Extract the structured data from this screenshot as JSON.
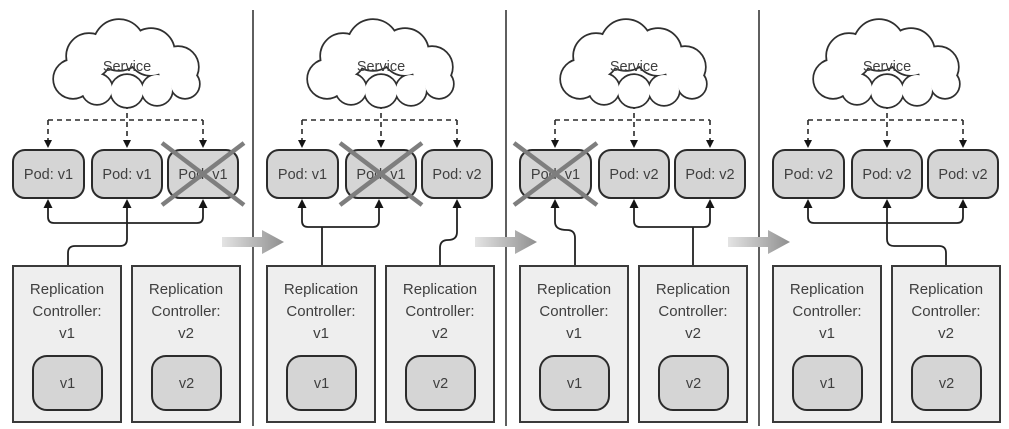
{
  "palette": {
    "pod_fill": "#d5d5d5",
    "controller_fill": "#eeeeee",
    "cross_color": "#7e7e7e",
    "wire_color": "#222222",
    "divider_color": "#5f5f5f",
    "transition_arrow_start": "#e4e4e4",
    "transition_arrow_end": "#8f8f8f"
  },
  "stages": [
    {
      "service_label": "Service",
      "pods": [
        {
          "label": "Pod: v1",
          "crossed": false
        },
        {
          "label": "Pod: v1",
          "crossed": false
        },
        {
          "label": "Pod: v1",
          "crossed": true
        }
      ],
      "controllers": [
        {
          "line1": "Replication",
          "line2": "Controller:",
          "line3": "v1",
          "template": "v1"
        },
        {
          "line1": "Replication",
          "line2": "Controller:",
          "line3": "v2",
          "template": "v2"
        }
      ]
    },
    {
      "service_label": "Service",
      "pods": [
        {
          "label": "Pod: v1",
          "crossed": false
        },
        {
          "label": "Pod: v1",
          "crossed": true
        },
        {
          "label": "Pod: v2",
          "crossed": false
        }
      ],
      "controllers": [
        {
          "line1": "Replication",
          "line2": "Controller:",
          "line3": "v1",
          "template": "v1"
        },
        {
          "line1": "Replication",
          "line2": "Controller:",
          "line3": "v2",
          "template": "v2"
        }
      ]
    },
    {
      "service_label": "Service",
      "pods": [
        {
          "label": "Pod: v1",
          "crossed": true
        },
        {
          "label": "Pod: v2",
          "crossed": false
        },
        {
          "label": "Pod: v2",
          "crossed": false
        }
      ],
      "controllers": [
        {
          "line1": "Replication",
          "line2": "Controller:",
          "line3": "v1",
          "template": "v1"
        },
        {
          "line1": "Replication",
          "line2": "Controller:",
          "line3": "v2",
          "template": "v2"
        }
      ]
    },
    {
      "service_label": "Service",
      "pods": [
        {
          "label": "Pod: v2",
          "crossed": false
        },
        {
          "label": "Pod: v2",
          "crossed": false
        },
        {
          "label": "Pod: v2",
          "crossed": false
        }
      ],
      "controllers": [
        {
          "line1": "Replication",
          "line2": "Controller:",
          "line3": "v1",
          "template": "v1"
        },
        {
          "line1": "Replication",
          "line2": "Controller:",
          "line3": "v2",
          "template": "v2"
        }
      ]
    }
  ]
}
